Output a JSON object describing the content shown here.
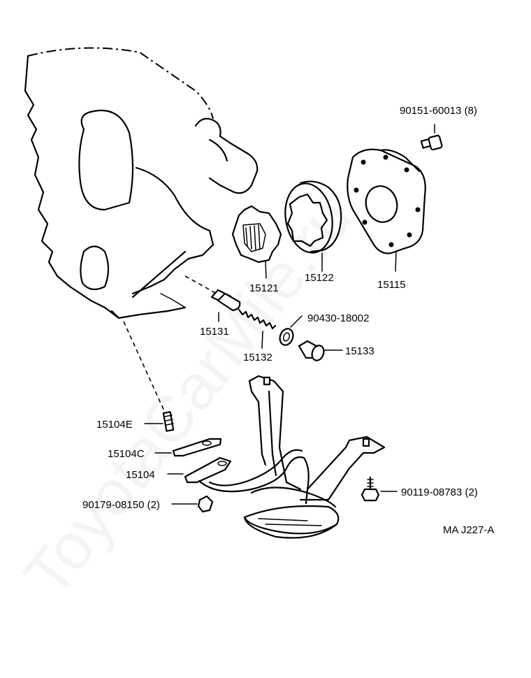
{
  "watermark": "ToyotaCarMile.ru",
  "diagram_code": "MA  J227-A",
  "parts": {
    "bolt_top": "90151-60013 (8)",
    "cover": "15115",
    "driven_rotor": "15122",
    "drive_rotor": "15121",
    "relief_valve": "15131",
    "spring": "15132",
    "gasket_ring": "90430-18002",
    "plug": "15133",
    "stud": "15104E",
    "gasket": "15104C",
    "strainer": "15104",
    "nut": "90179-08150 (2)",
    "bolt_bracket": "90119-08783 (2)"
  },
  "colors": {
    "ink": "#000000",
    "background": "#ffffff"
  }
}
